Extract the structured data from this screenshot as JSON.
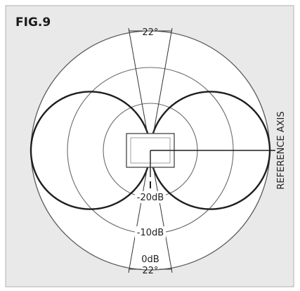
{
  "figure": {
    "label": "FIG.9",
    "angle_top": "22°",
    "angle_bottom": "22°",
    "reference_axis": "REFERENCE AXIS",
    "rings": [
      "-20dB",
      "-10dB",
      "0dB"
    ]
  },
  "colors": {
    "panel_bg": "#e9e9e9",
    "circle_fill": "#ffffff",
    "line": "#1e1e1e",
    "ring": "#5a5a5a",
    "mic_outline": "#444444"
  }
}
